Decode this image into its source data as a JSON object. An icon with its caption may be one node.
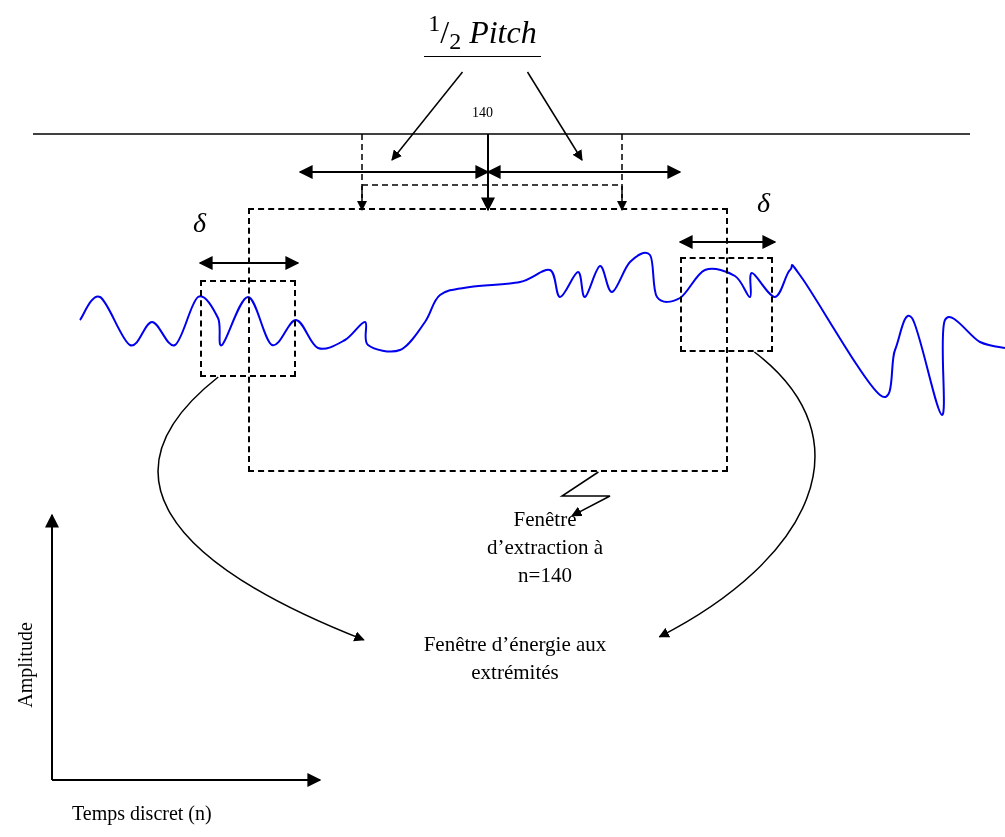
{
  "diagram": {
    "nodes": [
      {
        "text": [
          "$^{1}$/$_{2}$ *Pitch*"
        ]
      },
      {
        "text": [],
        "shape": "box"
      },
      {
        "text": [],
        "shape": "box"
      },
      {
        "text": [],
        "shape": "box"
      },
      {
        "text": [
          "Fenêtre d’extraction à n=140"
        ]
      },
      {
        "text": [
          "Fenêtre d’énergie aux extrémités"
        ]
      }
    ],
    "edges": [
      {
        "from": 0,
        "to": null,
        "arrow": "to"
      },
      {
        "from": 0,
        "to": null,
        "arrow": "to"
      },
      {
        "from": 1,
        "to": 4,
        "arrow": "to"
      },
      {
        "from": 2,
        "to": 5,
        "arrow": "to"
      },
      {
        "from": 3,
        "to": 5,
        "arrow": "to"
      }
    ],
    "labels": [
      "140",
      "δ",
      "δ",
      "Amplitude",
      "Temps discret (n)"
    ]
  }
}
